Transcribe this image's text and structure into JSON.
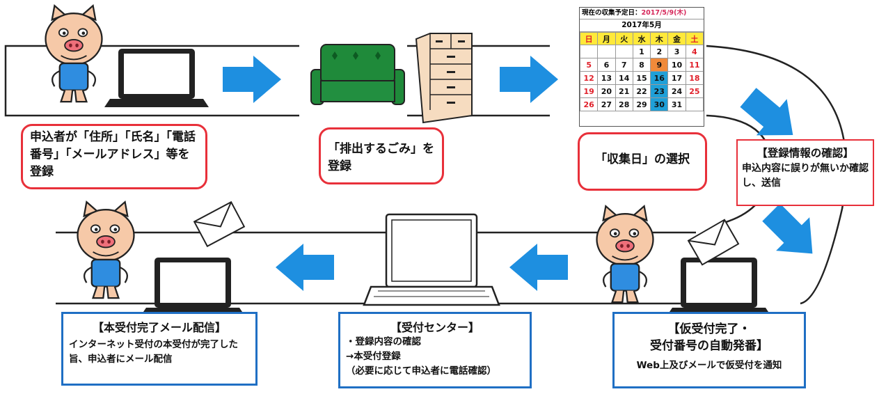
{
  "steps": {
    "applicant_register": "申込者が「住所」「氏名」「電話番号」「メールアドレス」等を登録",
    "garbage_register": "「排出するごみ」を登録",
    "date_select": "「収集日」の選択",
    "confirm": {
      "title": "【登録情報の確認】",
      "line1": "申込内容に誤りが無いか確認し、送信"
    },
    "provisional": {
      "title1": "【仮受付完了・",
      "title2": "受付番号の自動発番】",
      "line1": "Web上及びメールで仮受付を通知"
    },
    "center": {
      "title": "【受付センター】",
      "line1": "・登録内容の確認",
      "line2": "→本受付登録",
      "line3": "（必要に応じて申込者に電話確認）"
    },
    "final": {
      "title": "【本受付完了メール配信】",
      "line1": "インターネット受付の本受付が完了した旨、申込者にメール配信"
    }
  },
  "calendar": {
    "current_label": "現在の収集予定日：",
    "current_date": "2017/5/9(木)",
    "month": "2017年5月",
    "weekdays": [
      "日",
      "月",
      "火",
      "水",
      "木",
      "金",
      "土"
    ],
    "weeks": [
      [
        "",
        "",
        "",
        "1",
        "2",
        "3",
        "4"
      ],
      [
        "5",
        "6",
        "7",
        "8",
        "9",
        "10",
        "11"
      ],
      [
        "12",
        "13",
        "14",
        "15",
        "16",
        "17",
        "18"
      ],
      [
        "19",
        "20",
        "21",
        "22",
        "23",
        "24",
        "25"
      ],
      [
        "26",
        "27",
        "28",
        "29",
        "30",
        "31",
        ""
      ]
    ],
    "highlight_orange": [
      "9"
    ],
    "highlight_teal": [
      "16",
      "23",
      "30"
    ]
  },
  "colors": {
    "arrow_blue": "#1e8fe0",
    "box_red": "#e8303a",
    "box_blue": "#1f6fc4",
    "sofa_green": "#1f8a3a",
    "drawer_beige": "#f6dcc0",
    "pig_face": "#f6c9a8",
    "pig_shirt": "#2f8de0"
  },
  "icons": [
    "pig-mascot-icon",
    "laptop-icon",
    "sofa-icon",
    "chest-of-drawers-icon",
    "envelope-icon",
    "arrow-right-icon",
    "arrow-left-icon",
    "arrow-down-icon"
  ]
}
